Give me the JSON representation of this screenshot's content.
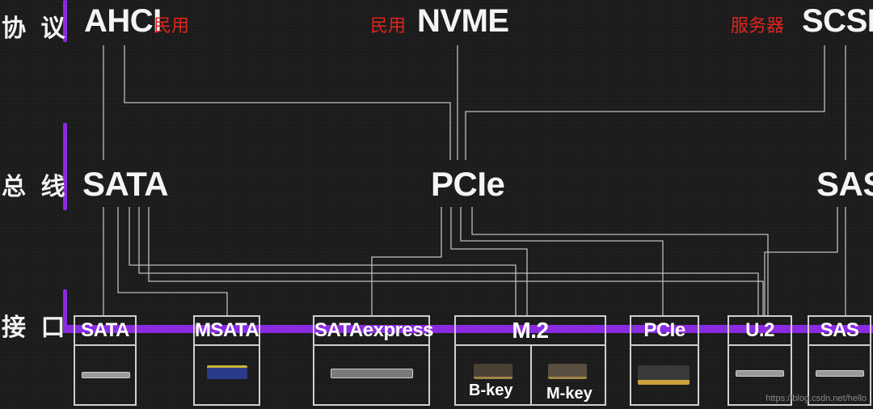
{
  "row_labels": {
    "protocol": "协 议",
    "bus": "总 线",
    "interface": "接 口"
  },
  "protocols": {
    "ahci": "AHCI",
    "nvme": "NVME",
    "scsi": "SCSI"
  },
  "tags": {
    "ahci": "民用",
    "nvme": "民用",
    "scsi": "服务器"
  },
  "buses": {
    "sata": "SATA",
    "pcie": "PCIe",
    "sas": "SAS"
  },
  "interfaces": {
    "sata": "SATA",
    "msata": "MSATA",
    "sataexpress": "SATAexpress",
    "m2": "M.2",
    "m2_bkey": "B-key",
    "m2_mkey": "M-key",
    "pcie": "PCIe",
    "u2": "U.2",
    "sas": "SAS"
  },
  "colors": {
    "accent": "#8a2be2",
    "tag": "#e0231c",
    "line": "#bdbdbd"
  },
  "watermark": "https://blog.csdn.net/hello"
}
